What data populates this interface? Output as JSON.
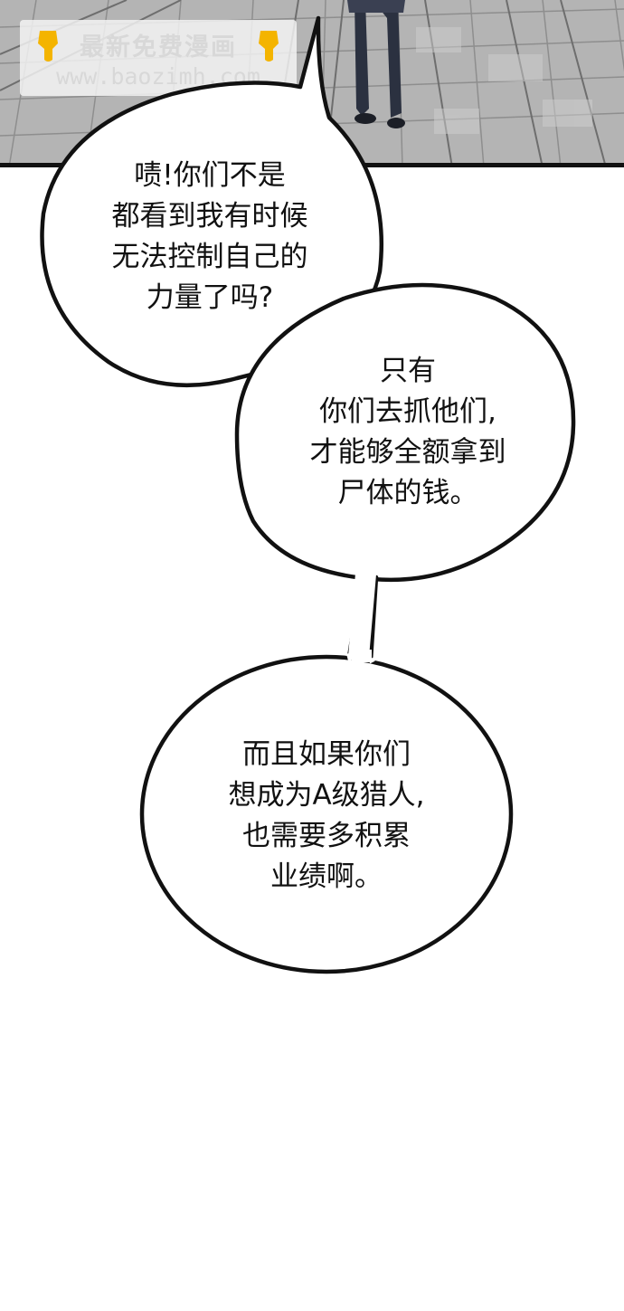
{
  "watermark": {
    "line1": "最新免费漫画",
    "line2": "www.baozimh.com",
    "hand_icon": "pointing-down-hand-icon"
  },
  "bubbles": [
    {
      "lines": [
        "啧!你们不是",
        "都看到我有时候",
        "无法控制自己的",
        "力量了吗?"
      ]
    },
    {
      "lines": [
        "只有",
        "你们去抓他们,",
        "才能够全额拿到",
        "尸体的钱。"
      ]
    },
    {
      "lines": [
        "而且如果你们",
        "想成为A级猎人,",
        "也需要多积累",
        "业绩啊。"
      ]
    }
  ],
  "colors": {
    "ink": "#111111",
    "panel_gray": "#b8b8b8",
    "hand_yellow": "#f4b400"
  }
}
